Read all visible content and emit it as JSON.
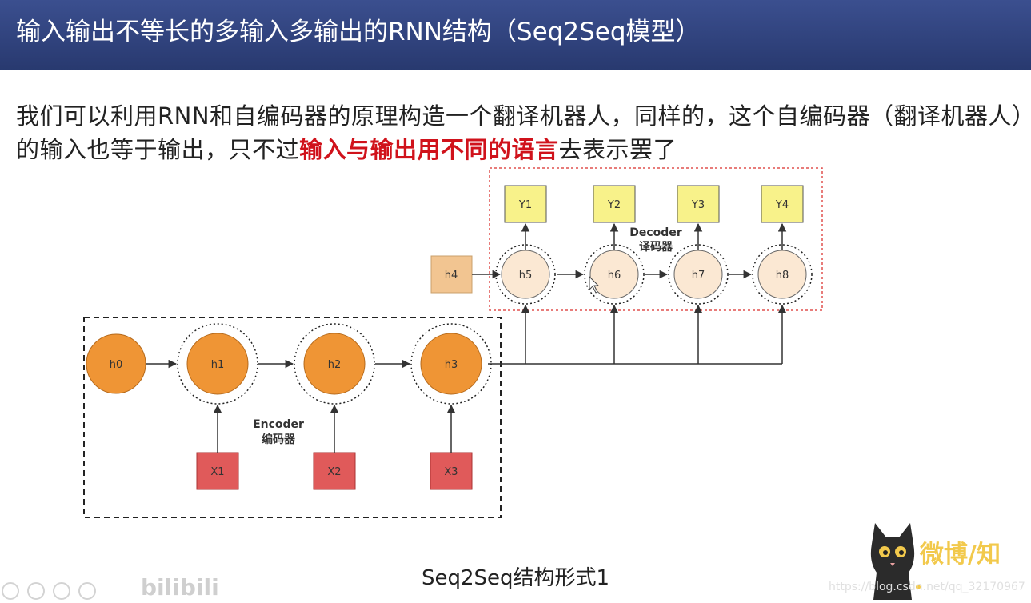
{
  "title": "输入输出不等长的多输入多输出的RNN结构（Seq2Seq模型）",
  "body": {
    "before": "我们可以利用RNN和自编码器的原理构造一个翻译机器人，同样的，这个自编码器（翻译机器人）的输入也等于输出，只不过",
    "highlight": "输入与输出用不同的语言",
    "after": "去表示罢了"
  },
  "diagram": {
    "encoder": {
      "label_en": "Encoder",
      "label_zh": "编码器"
    },
    "decoder": {
      "label_en": "Decoder",
      "label_zh": "译码器"
    },
    "encoder_states": [
      "h0",
      "h1",
      "h2",
      "h3"
    ],
    "context_state": "h4",
    "decoder_states": [
      "h5",
      "h6",
      "h7",
      "h8"
    ],
    "inputs": [
      "X1",
      "X2",
      "X3"
    ],
    "outputs": [
      "Y1",
      "Y2",
      "Y3",
      "Y4"
    ],
    "colors": {
      "encoder_node": "#ef9535",
      "decoder_node": "#fbe8d3",
      "context_node": "#f2c591",
      "input_box": "#e05a5a",
      "output_box": "#f8f28a",
      "decoder_border": "#e0504f"
    }
  },
  "caption": "Seq2Seq结构形式1",
  "watermark": {
    "logo": "bilibili",
    "weibo": "微博/知",
    "url": "https://blog.csdn.net/qq_32170967"
  }
}
